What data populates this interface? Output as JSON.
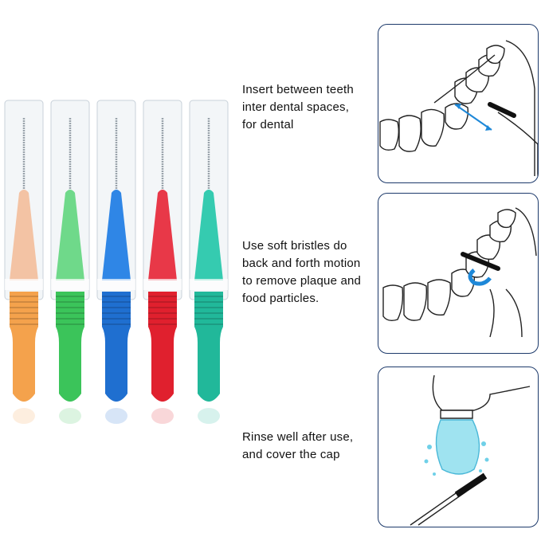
{
  "steps": [
    {
      "lines": [
        "Insert between teeth",
        "inter dental spaces,",
        "for dental"
      ],
      "illustration": "insert-brush-between-teeth"
    },
    {
      "lines": [
        "Use soft bristles do",
        "back and forth motion",
        "to remove plaque and",
        "food particles."
      ],
      "illustration": "brush-back-and-forth"
    },
    {
      "lines": [
        "Rinse well after use,",
        "and cover the cap"
      ],
      "illustration": "rinse-under-tap"
    }
  ],
  "brushes": [
    {
      "color": "#f4a24c",
      "tip": "#f3c3a4",
      "cap": "#e9eef2"
    },
    {
      "color": "#3bc45a",
      "tip": "#6fd98a",
      "cap": "#e9eef2"
    },
    {
      "color": "#1f6fd0",
      "tip": "#2f86e6",
      "cap": "#e9eef2"
    },
    {
      "color": "#e0202e",
      "tip": "#e83848",
      "cap": "#e9eef2"
    },
    {
      "color": "#21b89a",
      "tip": "#35cbb0",
      "cap": "#e9eef2"
    }
  ],
  "accent_color": "#1e88d8",
  "panel_border_color": "#1d3a6b"
}
